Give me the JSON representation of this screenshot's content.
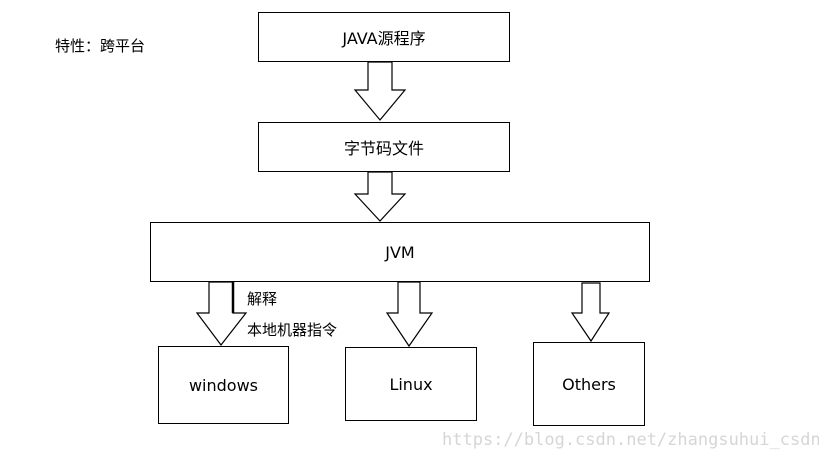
{
  "feature_label": "特性：跨平台",
  "nodes": {
    "source": "JAVA源程序",
    "bytecode": "字节码文件",
    "jvm": "JVM",
    "windows": "windows",
    "linux": "Linux",
    "others": "Others"
  },
  "annotations": {
    "interpret": "解释",
    "native_instructions": "本地机器指令"
  },
  "watermark": "https://blog.csdn.net/zhangsuhui_csdn"
}
